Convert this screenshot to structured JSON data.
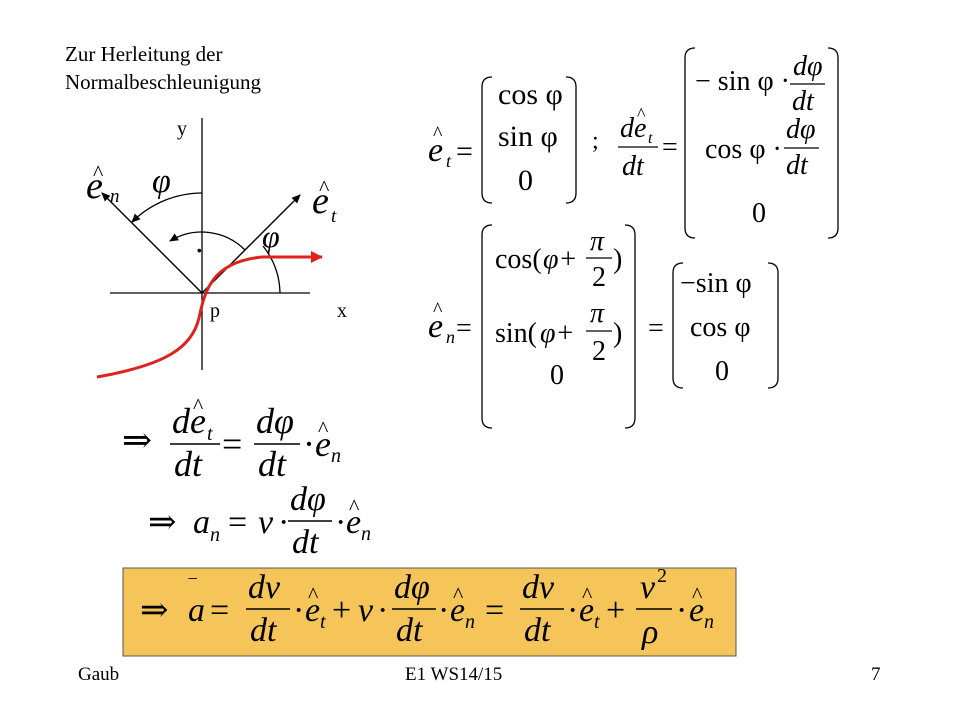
{
  "slide": {
    "title_line1": "Zur Herleitung der",
    "title_line2": "Normalbeschleunigung"
  },
  "diagram": {
    "axis_x": "x",
    "axis_y": "y",
    "origin": "p",
    "phi": "φ",
    "phi_rot": "φ",
    "dot": "·",
    "e_letter": "e",
    "hat": "^",
    "sub_t": "t",
    "sub_n": "n",
    "curve_color": "#e0221d"
  },
  "eq": {
    "e": "e",
    "hat": "^",
    "sub_t": "t",
    "sub_n": "n",
    "equals": "=",
    "semicolon": ";",
    "dt": "dt",
    "d": "d",
    "phi": "φ",
    "cos_phi": "cos φ",
    "sin_phi": "sin φ",
    "minus_sin_phi": "−sin φ",
    "minus_sin_phi_dot": "− sin φ ·",
    "cos_phi_dot": "cos φ ·",
    "d_phi": "dφ",
    "zero": "0",
    "cos_open": "cos(",
    "sin_open": "sin(",
    "phi_plus": "φ+",
    "pi": "π",
    "two": "2",
    "close_paren": ")",
    "implies": "⇒",
    "dot": "·",
    "a": "a",
    "v": "v",
    "dv": "dv",
    "plus": "+",
    "v_squared_base": "v",
    "sup_2": "2",
    "rho": "ρ",
    "bar": "‾"
  },
  "highlight_color": "#f5c55a",
  "footer": {
    "left": "Gaub",
    "center": "E1 WS14/15",
    "right": "7"
  }
}
